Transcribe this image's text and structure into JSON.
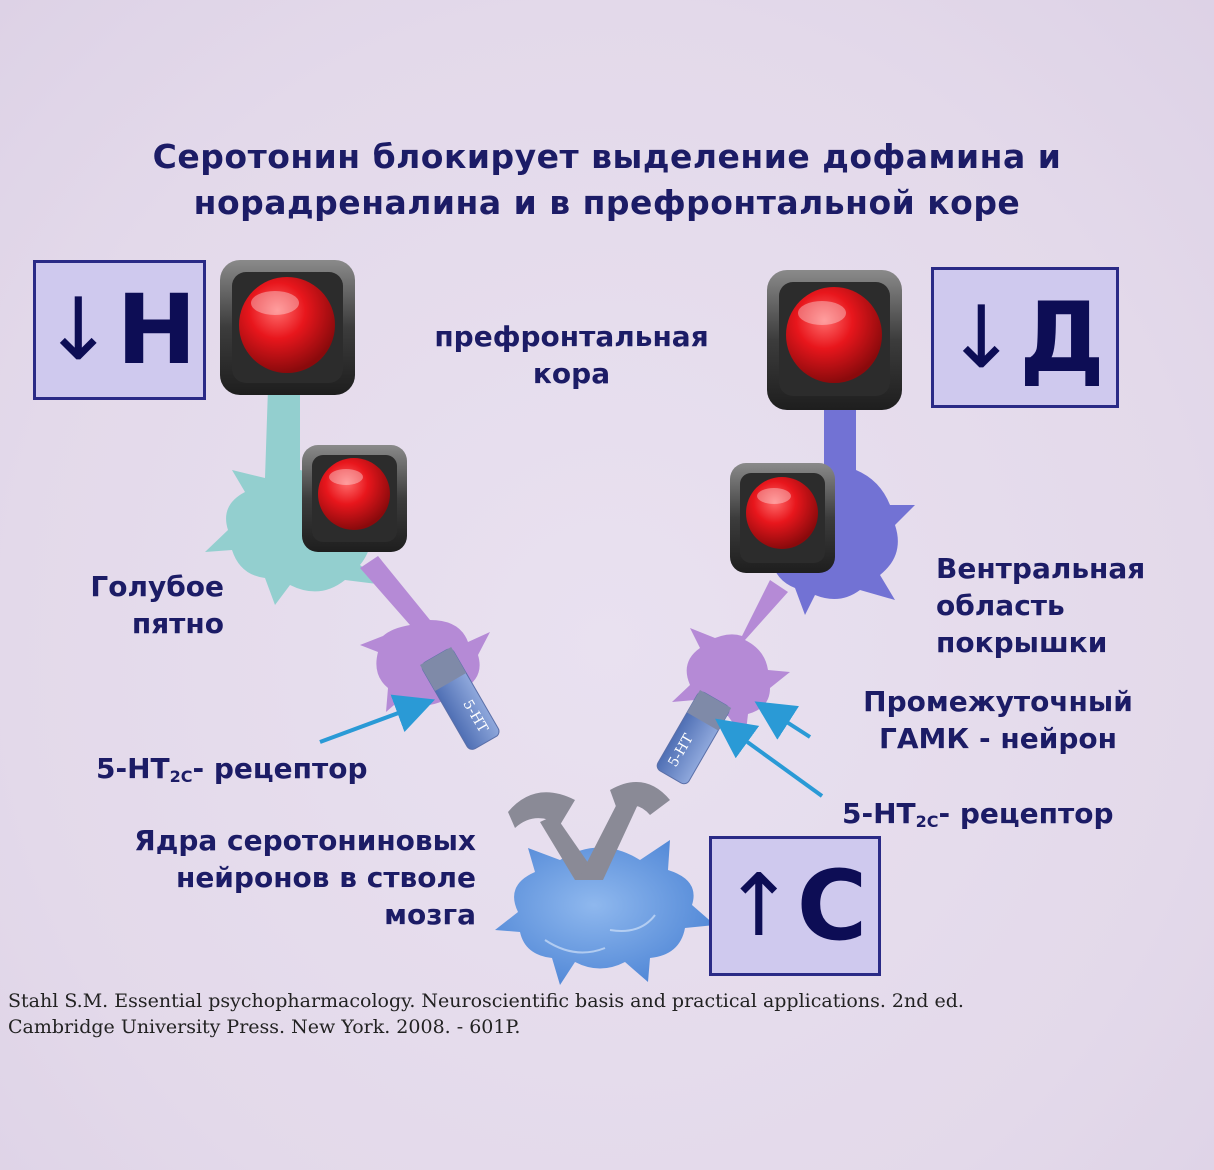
{
  "title": {
    "line1": "Серотонин блокирует выделение дофамина и",
    "line2": "норадреналина и в префронтальной коре"
  },
  "labels": {
    "prefrontal_line1": "префронтальная",
    "prefrontal_line2": "кора",
    "locus_line1": "Голубое",
    "locus_line2": "пятно",
    "vta_line1": "Вентральная",
    "vta_line2": "область",
    "vta_line3": "покрышки",
    "gaba_line1": "Промежуточный",
    "gaba_line2": "ГАМК - нейрон",
    "receptor_left_prefix": "5-HT",
    "receptor_left_sub": "2C",
    "receptor_left_suffix": "- рецептор",
    "receptor_right_prefix": "5-HT",
    "receptor_right_sub": "2C",
    "receptor_right_suffix": "- рецептор",
    "raphe_line1": "Ядра серотониновых",
    "raphe_line2": "нейронов в стволе",
    "raphe_line3": "мозга",
    "receptor_tag_left": "5-HT",
    "receptor_tag_right": "5-HT"
  },
  "boxes": {
    "norepinephrine": {
      "arrow": "↓",
      "letter": "Н"
    },
    "dopamine": {
      "arrow": "↓",
      "letter": "Д"
    },
    "serotonin": {
      "arrow": "↑",
      "letter": "С"
    }
  },
  "reference": {
    "line1": "Stahl S.M. Essential psychopharmacology. Neuroscientific basis and practical applications. 2nd ed.",
    "line2": "Cambridge University Press. New York. 2008. - 601P."
  },
  "colors": {
    "background": "#e6dcec",
    "text": "#1c1c66",
    "box_fill": "#cfc9ee",
    "box_border": "#2a2a86",
    "norepinephrine_neuron": "#8fcfd0",
    "dopamine_neuron": "#6f6fd6",
    "gaba_neuron": "#b58ad6",
    "serotonin_neuron": "#6a9fe0",
    "stop_light": "#e3161b",
    "pointer_arrow": "#2a9ad6"
  }
}
